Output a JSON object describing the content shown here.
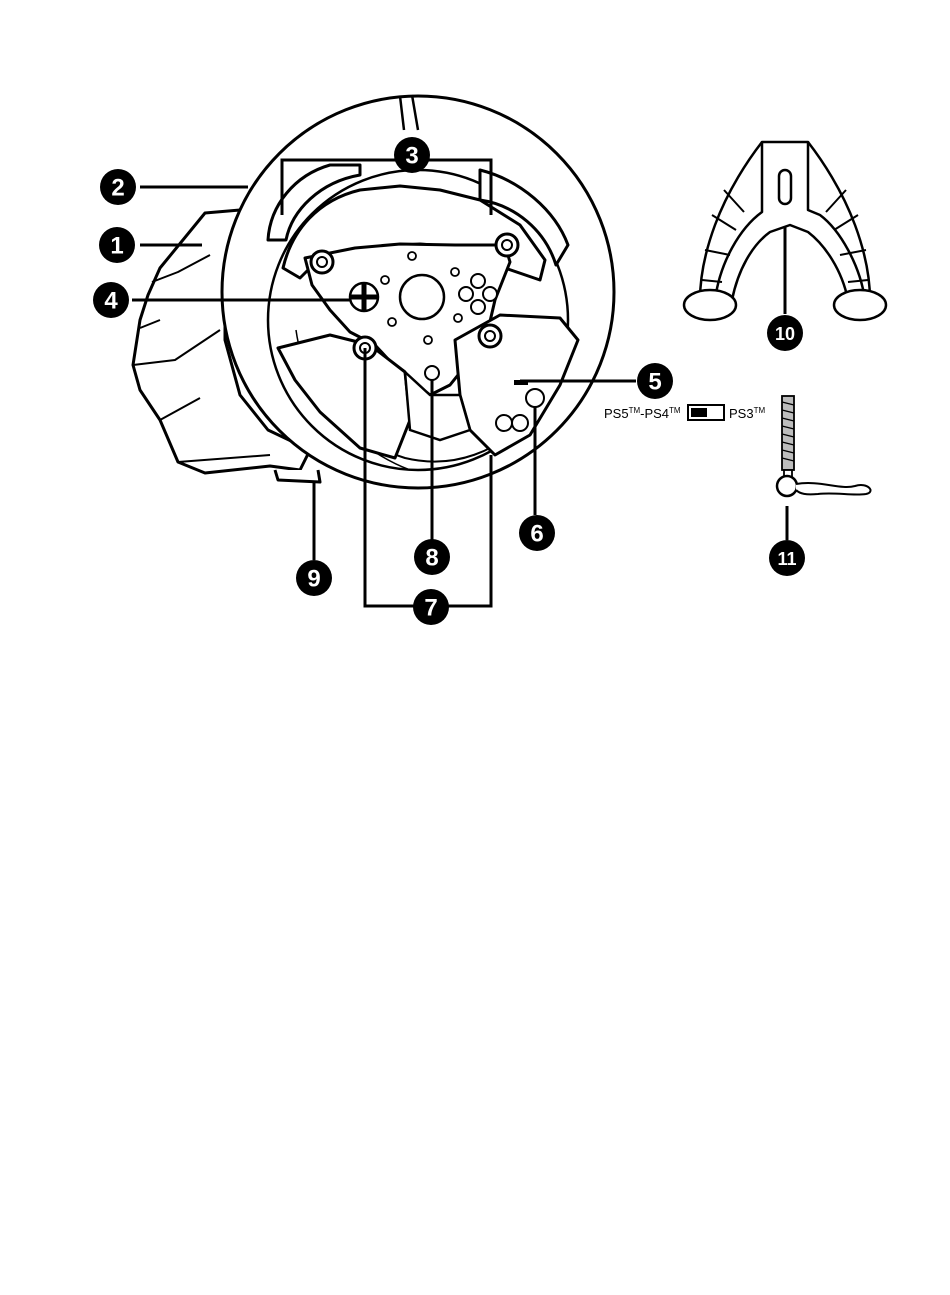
{
  "callouts": [
    {
      "id": "1",
      "label": "1"
    },
    {
      "id": "2",
      "label": "2"
    },
    {
      "id": "3",
      "label": "3"
    },
    {
      "id": "4",
      "label": "4"
    },
    {
      "id": "5",
      "label": "5"
    },
    {
      "id": "6",
      "label": "6"
    },
    {
      "id": "7",
      "label": "7"
    },
    {
      "id": "8",
      "label": "8"
    },
    {
      "id": "9",
      "label": "9"
    },
    {
      "id": "10",
      "label": "10"
    },
    {
      "id": "11",
      "label": "11"
    }
  ],
  "switch_labels": {
    "left_main": "PS5",
    "left_tm1": "TM",
    "left_mid": "-PS4",
    "left_tm2": "TM",
    "right_main": "PS3",
    "right_tm": "TM"
  },
  "colors": {
    "ink": "#000000",
    "paper": "#ffffff",
    "shade": "#e9e9e9"
  }
}
